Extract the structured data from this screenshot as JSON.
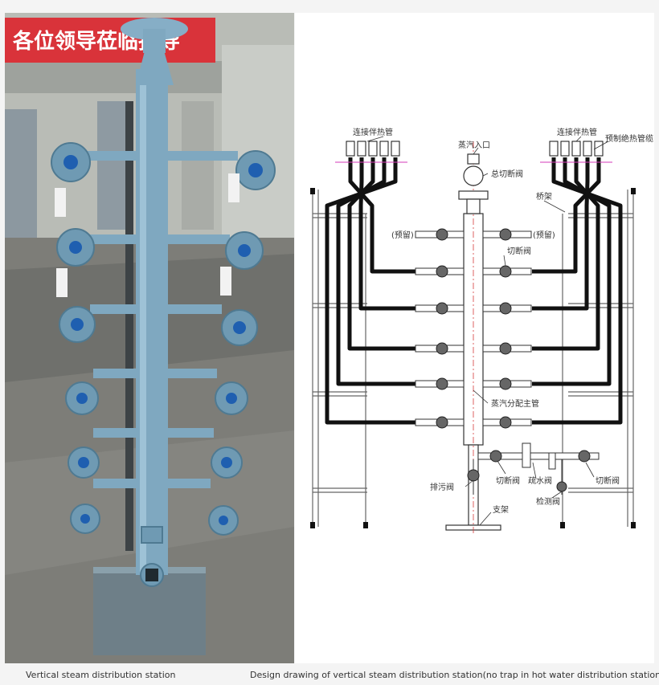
{
  "photo": {
    "banner_text": "各位领导莅临指导"
  },
  "drawing": {
    "labels": {
      "connect_left": "连接伴热管",
      "connect_right": "连接伴热管",
      "steam_inlet": "蒸汽入口",
      "main_valve": "总切断阀",
      "preinsulated": "预制绝热管缆",
      "bridge": "桥架",
      "reserve_left": "(预留)",
      "reserve_right": "(预留)",
      "cutoff": "切断阀",
      "header_pipe": "蒸汽分配主管",
      "blowdown": "排污阀",
      "cutoff_bottom": "切断阀",
      "drain_valve": "疏水阀",
      "cutoff_right": "切断阀",
      "test_valve": "检测阀",
      "support": "支架"
    }
  },
  "captions": {
    "left": "Vertical steam distribution station",
    "right": "Design drawing of vertical steam distribution station(no trap in hot water distribution station)"
  }
}
